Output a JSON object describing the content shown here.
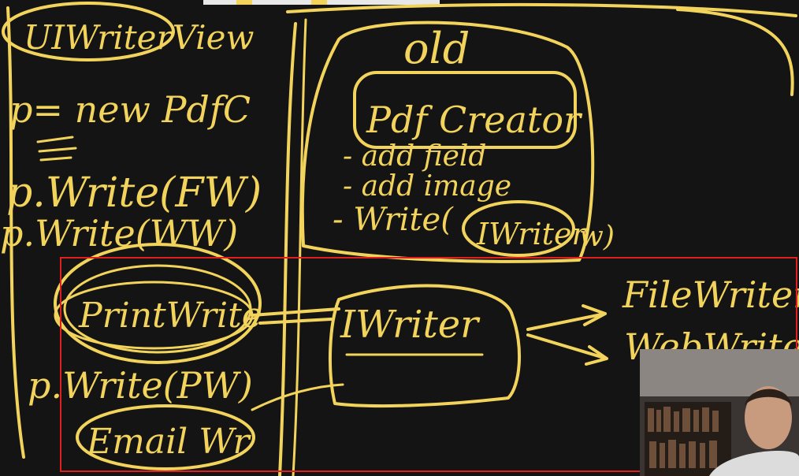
{
  "colors": {
    "background": "#141414",
    "ink": "#f2d45c",
    "selection": "#e0201e"
  },
  "left_panel": {
    "title": "UIWriterView",
    "line_code": "p= new PdfC",
    "call_fw": "p.Write(FW)",
    "call_ww": "p.Write(WW)",
    "print_writer": "PrintWrite",
    "call_pw": "p.Write(PW)",
    "email_writer": "Email Wr"
  },
  "old_panel": {
    "title": "old",
    "class_name": "Pdf Creator",
    "methods": [
      "- add field",
      "- add image",
      "- Write("
    ],
    "param_type": "IWriter",
    "param_name": "w)"
  },
  "interface": {
    "name": "IWriter"
  },
  "implementations": [
    "FileWriter",
    "WebWriter"
  ],
  "webcam": {
    "description_icon": "presenter-webcam"
  }
}
